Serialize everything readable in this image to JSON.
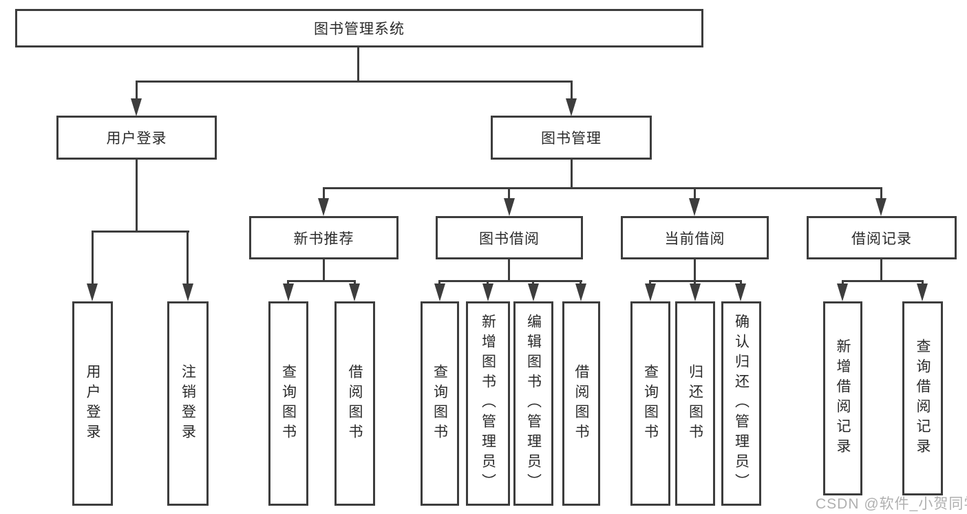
{
  "diagram": {
    "colors": {
      "line": "#3d3d3d",
      "text": "#2b2b2b",
      "background": "#ffffff",
      "watermark": "#b0b0b0"
    },
    "watermark": "CSDN @软件_小贺同学",
    "nodes": {
      "root": {
        "label": "图书管理系统"
      },
      "level2": [
        {
          "label": "用户登录"
        },
        {
          "label": "图书管理"
        }
      ],
      "level3": [
        {
          "label": "新书推荐"
        },
        {
          "label": "图书借阅"
        },
        {
          "label": "当前借阅"
        },
        {
          "label": "借阅记录"
        }
      ],
      "leaves": [
        {
          "label": "用户登录"
        },
        {
          "label": "注销登录"
        },
        {
          "label": "查询图书"
        },
        {
          "label": "借阅图书"
        },
        {
          "label": "查询图书"
        },
        {
          "label": "新增图书（管理员）"
        },
        {
          "label": "编辑图书（管理员）"
        },
        {
          "label": "借阅图书"
        },
        {
          "label": "查询图书"
        },
        {
          "label": "归还图书"
        },
        {
          "label": "确认归还（管理员）"
        },
        {
          "label": "新增借阅记录"
        },
        {
          "label": "查询借阅记录"
        }
      ]
    }
  }
}
